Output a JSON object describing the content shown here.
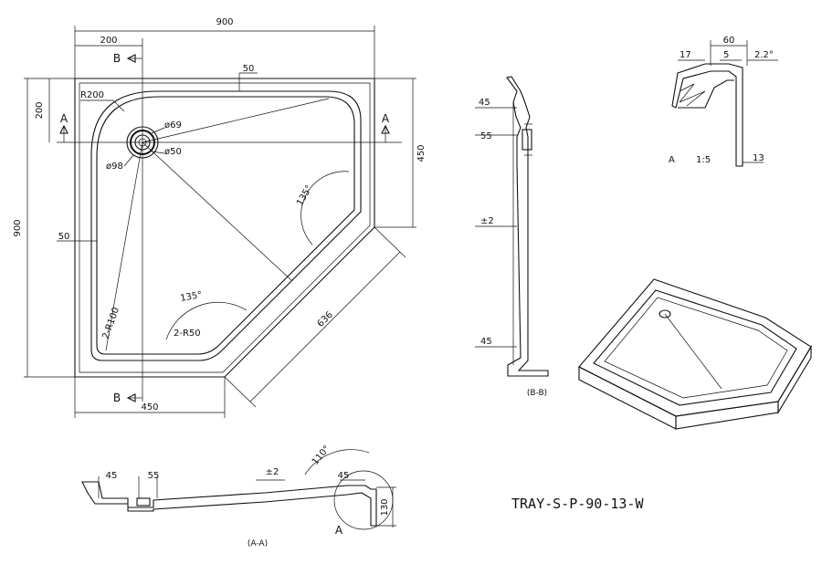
{
  "plan": {
    "dim_overall_width": "900",
    "dim_overall_height": "900",
    "dim_top_offset": "200",
    "dim_left_offset": "200",
    "dim_right_height": "450",
    "dim_bottom_width": "450",
    "dim_diagonal": "636",
    "dim_top_rim": "50",
    "dim_left_rim": "50",
    "radius_corner": "R200",
    "radius_small_left": "2-R100",
    "radius_small_bottom": "2-R50",
    "angle_upper": "135°",
    "angle_lower": "135°",
    "waste_outer": "ø69",
    "waste_inner": "ø50",
    "waste_flange": "ø98",
    "section_a_left": "A",
    "section_a_right": "A",
    "section_b_top": "B",
    "section_b_bottom": "B"
  },
  "section_bb": {
    "dim_top": "45",
    "dim_waste": "55",
    "dim_tol": "±2",
    "dim_bottom": "45",
    "caption": "(B-B)"
  },
  "section_aa": {
    "dim_left": "45",
    "dim_waste": "55",
    "dim_tol": "±2",
    "dim_angle": "110°",
    "dim_right": "45",
    "dim_height": "130",
    "detail_marker": "A",
    "caption": "(A-A)"
  },
  "detail_a": {
    "dim_60": "60",
    "dim_17": "17",
    "dim_5": "5",
    "dim_angle": "2.2°",
    "dim_13": "13",
    "label": "A",
    "scale": "1:5"
  },
  "model_code": "TRAY-S-P-90-13-W"
}
